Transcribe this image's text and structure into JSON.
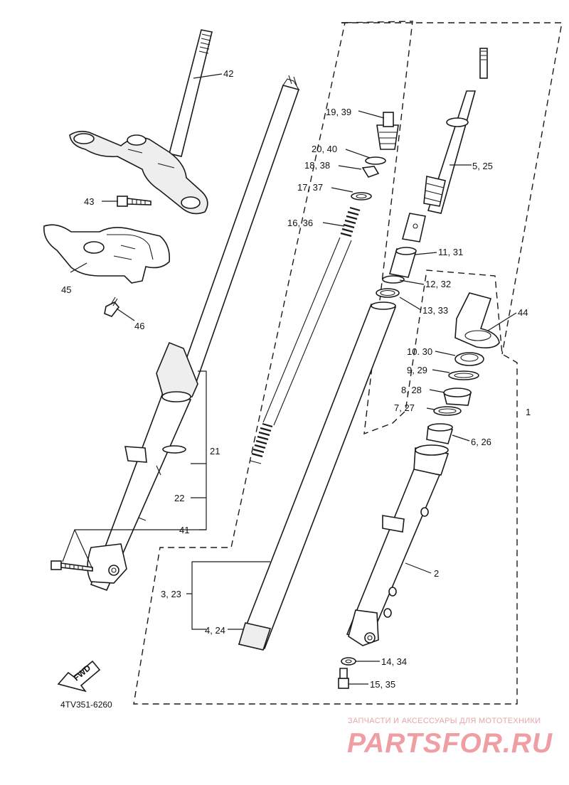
{
  "labels": {
    "p42": "42",
    "p43": "43",
    "p45": "45",
    "p46": "46",
    "p21": "21",
    "p22": "22",
    "p41": "41",
    "p1939": "19, 39",
    "p2040": "20, 40",
    "p1838": "18, 38",
    "p1737": "17, 37",
    "p1636": "16, 36",
    "p525": "5, 25",
    "p1131": "11, 31",
    "p1232": "12, 32",
    "p1333": "13, 33",
    "p44": "44",
    "p1030": "10. 30",
    "p929": "9, 29",
    "p828": "8, 28",
    "p727": "7, 27",
    "p1": "1",
    "p626": "6, 26",
    "p2": "2",
    "p323": "3, 23",
    "p424": "4, 24",
    "p1434": "14, 34",
    "p1535": "15, 35",
    "fwd": "FWD"
  },
  "diagram_code": "4TV351-6260",
  "watermark": {
    "tagline": "ЗАПЧАСТИ И АКСЕССУАРЫ ДЛЯ МОТОТЕХНИКИ",
    "logo": "PARTSFOR.RU"
  },
  "colors": {
    "line": "#1a1a1a",
    "watermark": "#ef9ea3"
  }
}
